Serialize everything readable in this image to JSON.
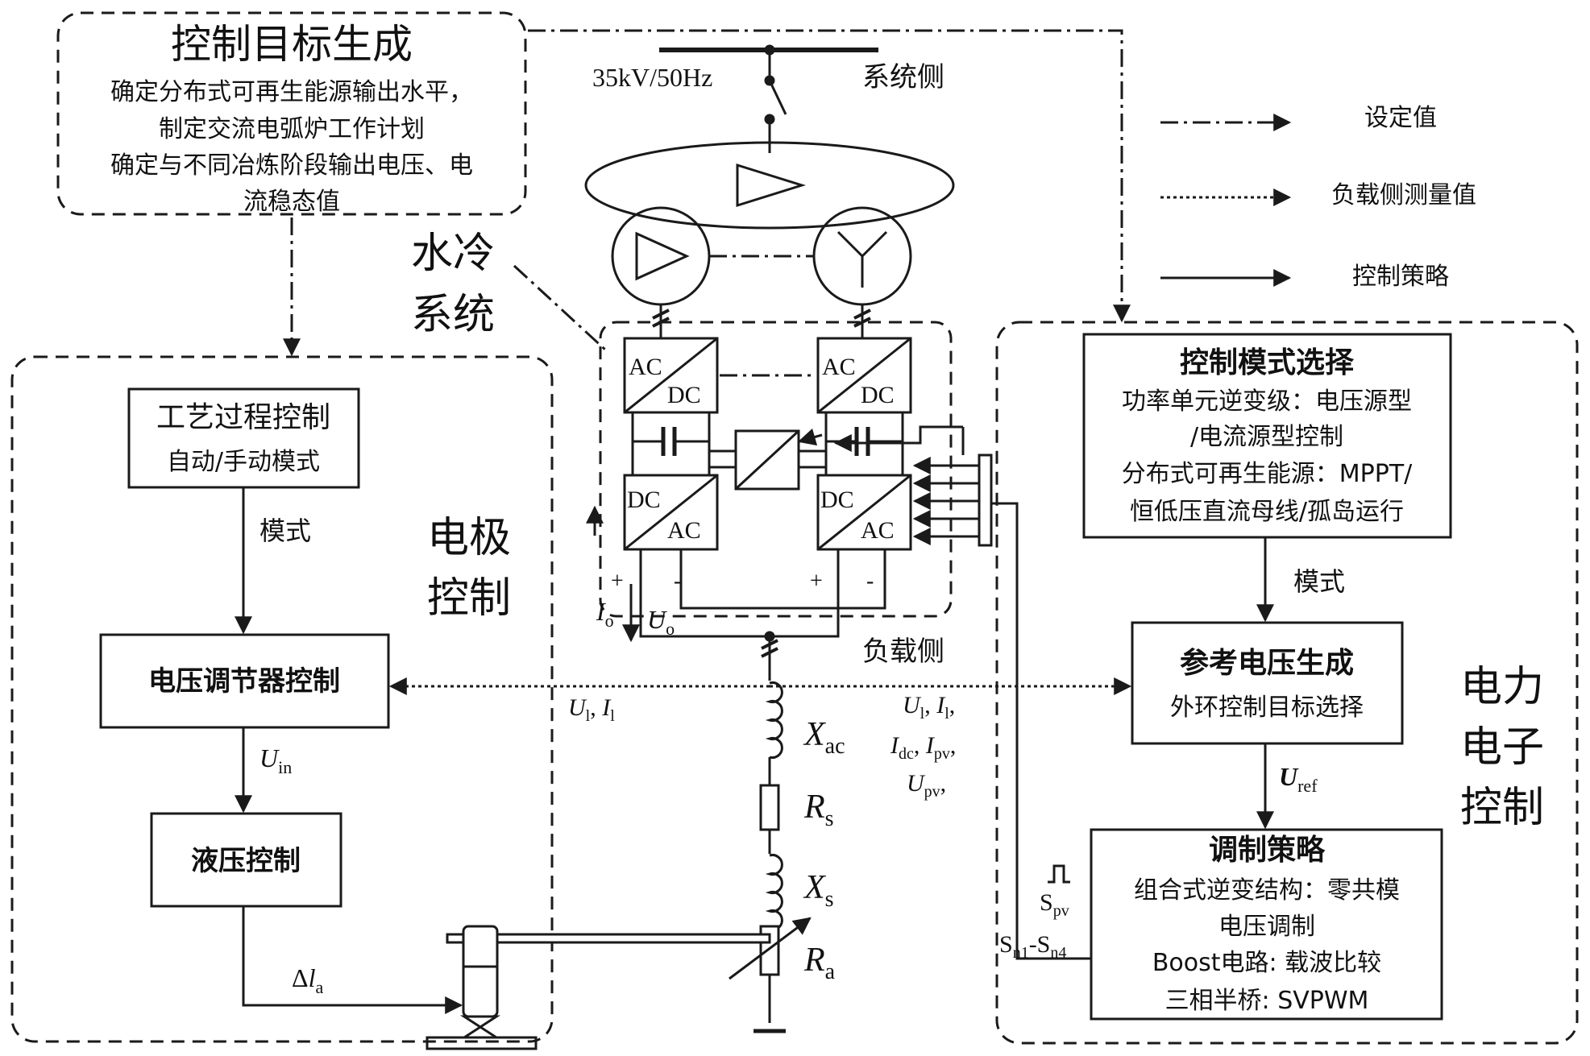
{
  "colors": {
    "line": "#1a1a1a",
    "background": "#ffffff"
  },
  "target_block": {
    "title": "控制目标生成",
    "lines": [
      "确定分布式可再生能源输出水平，",
      "制定交流电弧炉工作计划",
      "确定与不同冶炼阶段输出电压、电",
      "流稳态值"
    ]
  },
  "legend": {
    "setpoint": "设定值",
    "measured": "负载侧测量值",
    "strategy": "控制策略"
  },
  "grid": {
    "voltage": "35kV/50Hz",
    "system_side": "系统侧",
    "cooling": [
      "水冷",
      "系统"
    ],
    "load_side": "负载侧"
  },
  "converter": {
    "ac": "AC",
    "dc": "DC",
    "plus": "+",
    "minus": "-"
  },
  "electrode": {
    "area_label": [
      "电极",
      "控制"
    ],
    "process_title": "工艺过程控制",
    "process_sub": "自动/手动模式",
    "mode": "模式",
    "regulator": "电压调节器控制",
    "hydraulic": "液压控制"
  },
  "power": {
    "area_label": [
      "电力",
      "电子",
      "控制"
    ],
    "mode_title": "控制模式选择",
    "mode_lines": [
      "功率单元逆变级：电压源型",
      "/电流源型控制",
      "分布式可再生能源：MPPT/",
      "恒低压直流母线/孤岛运行"
    ],
    "mode": "模式",
    "ref_title": "参考电压生成",
    "ref_sub": "外环控制目标选择",
    "mod_title": "调制策略",
    "mod_lines": [
      "组合式逆变结构：零共模",
      "电压调制",
      "Boost电路: 载波比较",
      "三相半桥: SVPWM"
    ]
  }
}
